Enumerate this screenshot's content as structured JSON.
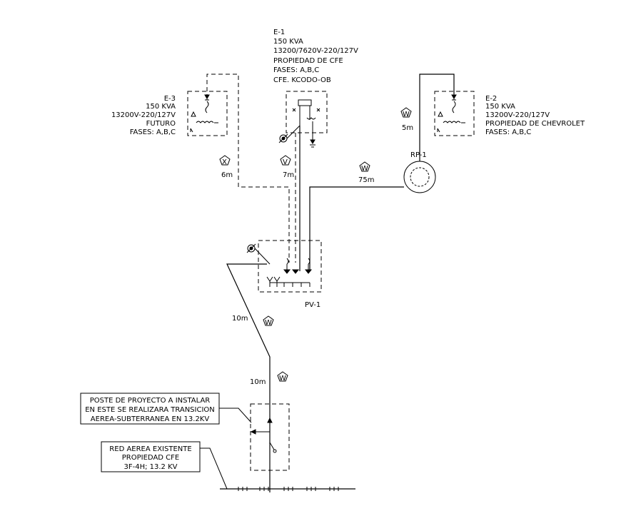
{
  "transformers": {
    "e1": {
      "lines": [
        "E-1",
        "150 KVA",
        "13200/7620V-220/127V",
        "PROPIEDAD DE CFE",
        "FASES: A,B,C",
        "CFE. KCODO-OB"
      ]
    },
    "e3": {
      "lines": [
        "E-3",
        "150 KVA",
        "13200V-220/127V",
        "FUTURO",
        "FASES: A,B,C"
      ]
    },
    "e2": {
      "lines": [
        "E-2",
        "150 KVA",
        "13200V-220/127V",
        "PROPIEDAD DE CHEVROLET",
        "FASES: A,B,C"
      ]
    }
  },
  "cables": [
    {
      "tag": "X",
      "length": "6m"
    },
    {
      "tag": "V",
      "length": "7m"
    },
    {
      "tag": "W",
      "length": "75m"
    },
    {
      "tag": "W",
      "length": "5m"
    },
    {
      "tag": "W",
      "length": "10m"
    },
    {
      "tag": "W",
      "length": "10m"
    }
  ],
  "labels": {
    "rp1": "RP-1",
    "pv1": "PV-1"
  },
  "notes": {
    "poste": [
      "POSTE DE PROYECTO A INSTALAR",
      "EN ESTE SE REALIZARA TRANSICION",
      "AEREA-SUBTERRANEA EN 13.2KV"
    ],
    "red": [
      "RED AEREA EXISTENTE",
      "PROPIEDAD CFE",
      "3F-4H; 13.2 KV"
    ]
  }
}
